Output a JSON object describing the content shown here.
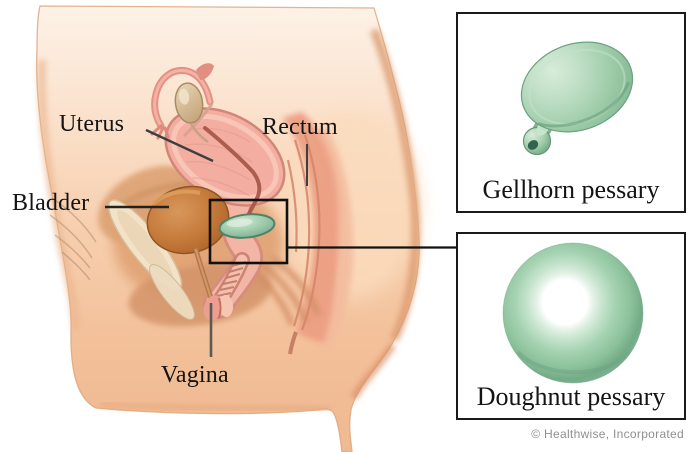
{
  "anatomy": {
    "labels": {
      "uterus": "Uterus",
      "bladder": "Bladder",
      "rectum": "Rectum",
      "vagina": "Vagina"
    }
  },
  "insets": {
    "gellhorn": {
      "caption": "Gellhorn pessary"
    },
    "doughnut": {
      "caption": "Doughnut pessary"
    }
  },
  "credit": {
    "text": "© Healthwise, Incorporated"
  },
  "colors": {
    "pessary_green": "#8fc2a0",
    "pessary_green_dark": "#6fa885",
    "skin_tone": "#f5c6a2",
    "border_black": "#1a1a1a",
    "credit_gray": "#8f8f8f"
  }
}
